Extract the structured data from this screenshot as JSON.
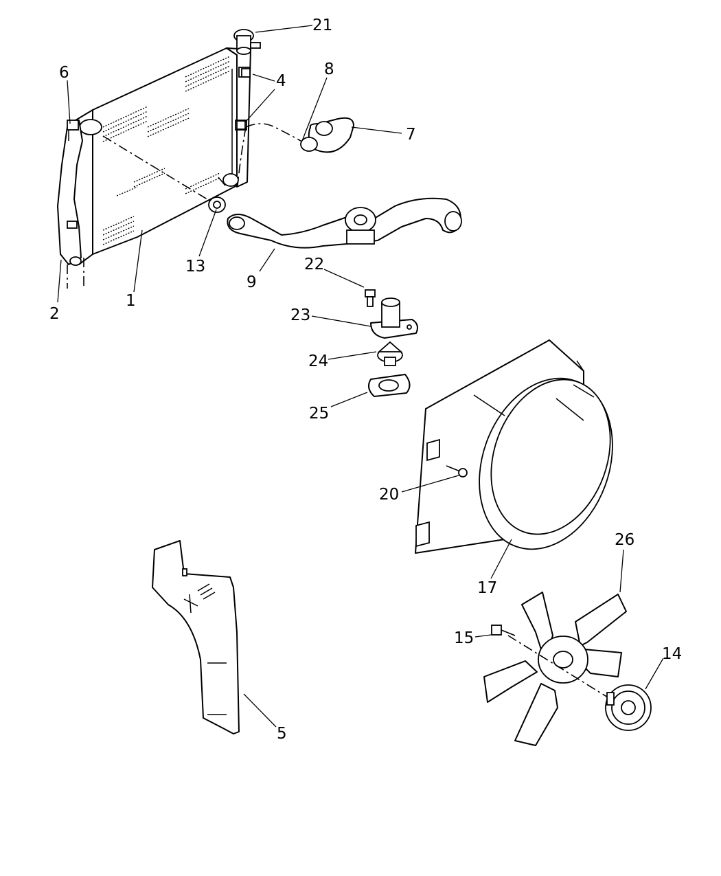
{
  "callouts": {
    "c1": "1",
    "c2": "2",
    "c4": "4",
    "c5": "5",
    "c6": "6",
    "c7": "7",
    "c8": "8",
    "c9": "9",
    "c13": "13",
    "c14": "14",
    "c15": "15",
    "c17": "17",
    "c20": "20",
    "c21": "21",
    "c22": "22",
    "c23": "23",
    "c24": "24",
    "c25": "25",
    "c26": "26"
  }
}
